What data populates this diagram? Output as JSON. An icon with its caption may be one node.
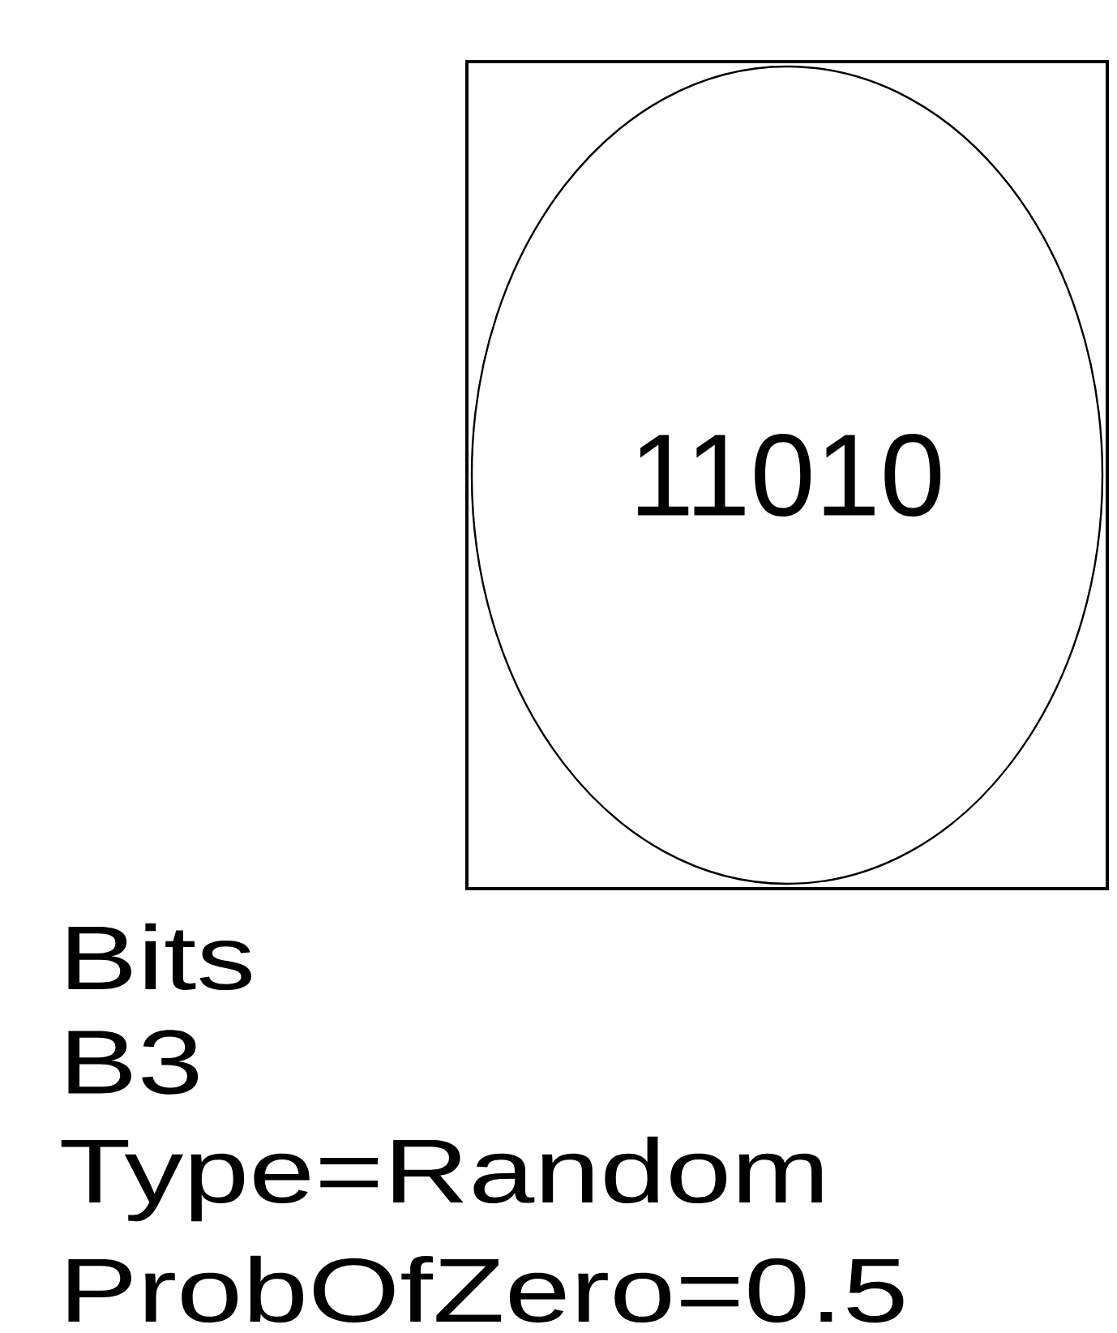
{
  "diagram": {
    "nodes": [
      {
        "text": [],
        "shape": "box"
      },
      {
        "text": [
          "11010"
        ],
        "in": 0
      }
    ],
    "labels": [
      "Bits",
      "B3",
      "Type=Random",
      "ProbOfZero=0.5"
    ]
  }
}
